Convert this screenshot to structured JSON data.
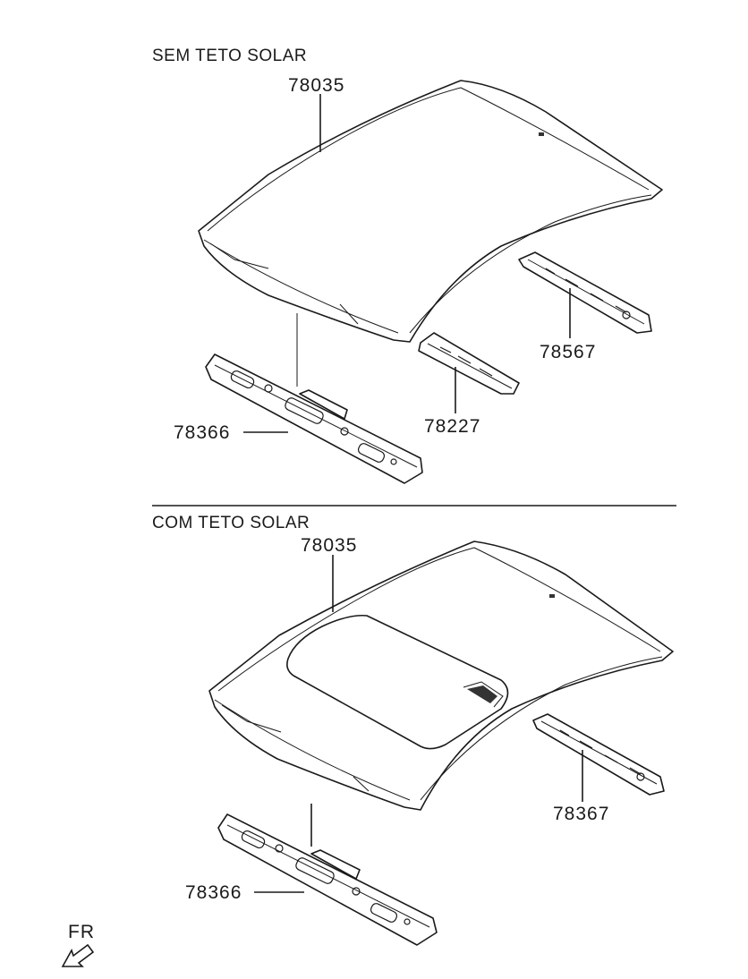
{
  "sections": [
    {
      "title": "SEM TETO SOLAR",
      "callouts": {
        "roof_panel": "78035",
        "rear_rail": "78567",
        "center_bow": "78227",
        "front_header": "78366"
      }
    },
    {
      "title": "COM TETO SOLAR",
      "callouts": {
        "roof_panel": "78035",
        "rear_rail": "78367",
        "front_header": "78366"
      }
    }
  ],
  "direction_indicator": {
    "label": "FR",
    "icon": "arrow-front-icon"
  }
}
